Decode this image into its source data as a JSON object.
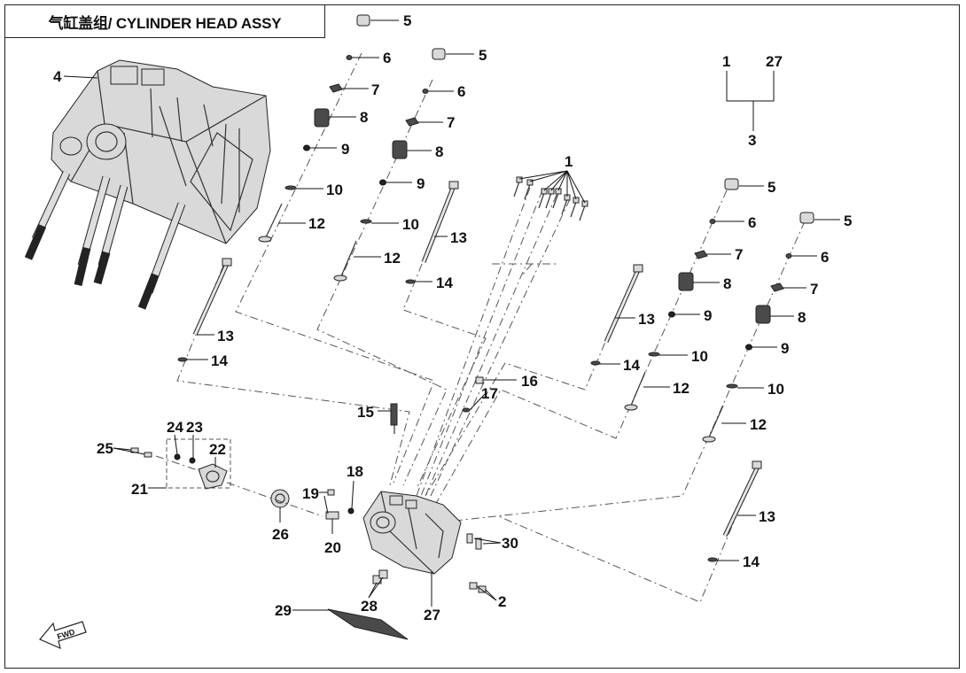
{
  "title": "气缸盖组/ CYLINDER HEAD ASSY",
  "callouts": {
    "c1": "1",
    "c2": "2",
    "c3": "3",
    "c4": "4",
    "c5": "5",
    "c6": "6",
    "c7": "7",
    "c8": "8",
    "c9": "9",
    "c10": "10",
    "c12": "12",
    "c13": "13",
    "c14": "14",
    "c15": "15",
    "c16": "16",
    "c17": "17",
    "c18": "18",
    "c19": "19",
    "c20": "20",
    "c21": "21",
    "c22": "22",
    "c23": "23",
    "c24": "24",
    "c25": "25",
    "c26": "26",
    "c27": "27",
    "c28": "28",
    "c29": "29",
    "c30": "30"
  },
  "fwd_label": "FWD"
}
